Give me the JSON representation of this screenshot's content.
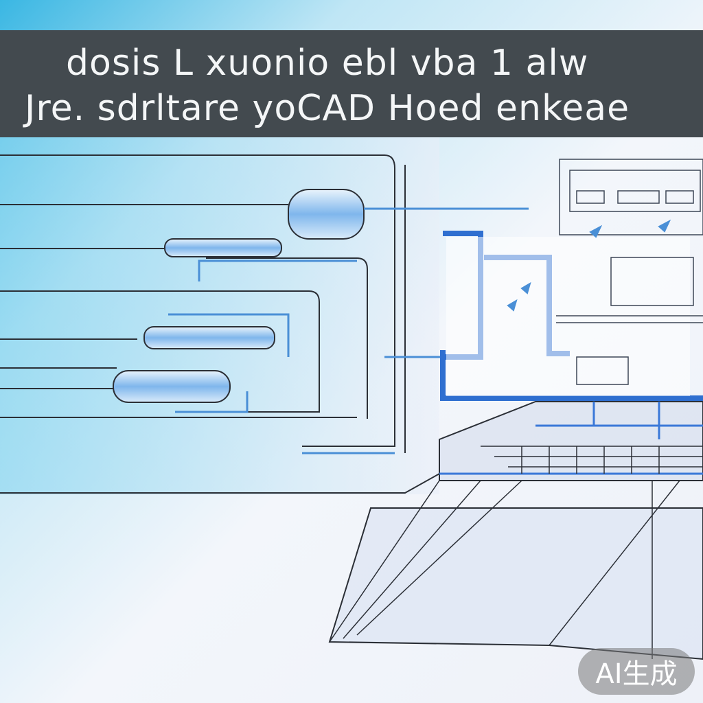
{
  "title": {
    "line1": "dosis L  xuonio ebl vba 1 alw",
    "line2": "Jre. sdrltare yoCAD Hoed enkeae"
  },
  "watermark": "AI生成",
  "colors": {
    "band": "#434a4f",
    "accent": "#3a78d8",
    "sky": "#4fc3e8"
  }
}
